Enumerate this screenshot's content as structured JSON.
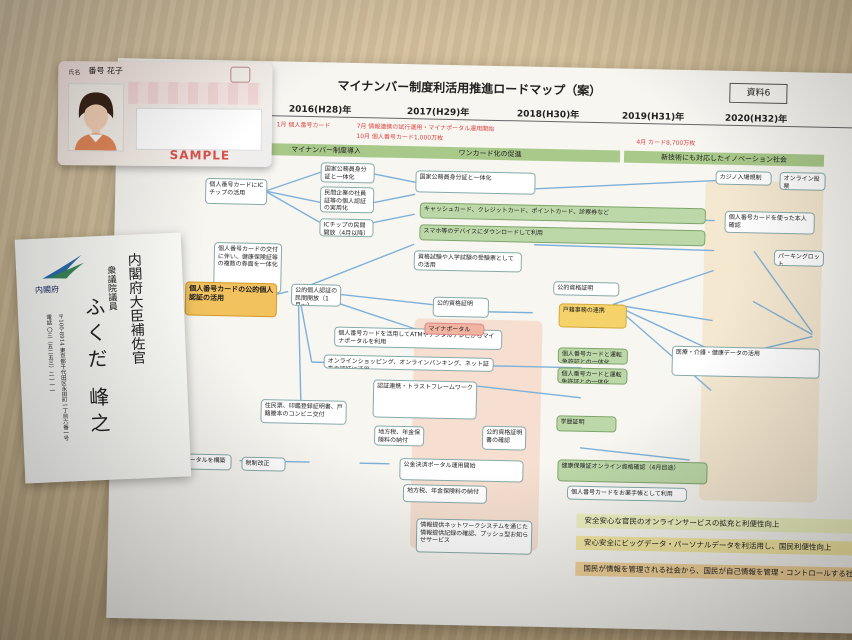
{
  "sheet": {
    "title": "マイナンバー制度利活用推進ロードマップ（案）",
    "doc_number": "資料6",
    "years": [
      "2016(H28)年",
      "2017(H29)年",
      "2018(H30)年",
      "2019(H31)年",
      "2020(H32)年"
    ],
    "phases": [
      "マイナンバー制度導入",
      "ワンカード化の促進",
      "新技術にも対応したイノベーション社会"
    ],
    "red_notes": [
      "1月 個人番号カード",
      "7月 情報連携の試行運用・マイナポータル運用開始",
      "10月 個人番号カード1,000万枚",
      "4月 カード8,700万枚"
    ],
    "boxes": {
      "b1": "個人番号カードにICチップの活用",
      "b2": "国家公務員身分証と一体化",
      "b3": "民間企業の社員証等の個人認証の実用化",
      "b4": "ICチップの民間開放（4月以降）",
      "b5": "個人番号カードの交付に伴い、健康保険証等の複数の券面を一体化",
      "b6": "キャッシュカード、クレジットカード、ポイントカード、診察券など",
      "b7": "スマホ等のデバイスにダウンロードして利用",
      "b8": "資格試験や入学試験の受験票としての活用",
      "b9": "個人番号カードの公的個人認証の活用",
      "b10": "公的個人認証の民間開放（1月〜）",
      "b11": "公的資格証明",
      "b12": "個人番号カードを活用してATMやデジタルテレビからマイナポータルを利用",
      "b13": "オンラインショッピング、オンラインバンキング、ネット証券の認証に活用",
      "b14": "住民票、印鑑登録証明書、戸籍謄本のコンビニ交付",
      "b15": "マイナポータルを構築",
      "b16": "税制改正",
      "b17": "マイナポータル",
      "b18": "認証連携・トラストフレームワーク",
      "b19": "公金決済ポータル運用開始",
      "b20": "地方税、年金保険料の納付",
      "b21": "情報提供ネットワークシステムを通じた情報提供記録の確認、プッシュ型お知らせサービス",
      "b22": "公的資格証明書の確認",
      "b23": "戸籍事務の連携",
      "b24": "個人番号カードと運転免許証との一体化",
      "b25": "学歴証明",
      "b26": "健康保険証オンライン資格確認（4月目途）",
      "b27": "個人番号カードをお薬手帳として利用",
      "b28": "カジノ入場規制",
      "b29": "オンライン投票",
      "b30": "個人番号カードを使った本人確認",
      "b31": "パーキングロット",
      "b32": "医療・介護・健康データの活用"
    },
    "bands": [
      "安全安心な官民のオンラインサービスの拡充と利便性向上",
      "安心安全にビッグデータ・パーソナルデータを利活用し、国民利便性向上",
      "国民が情報を管理される社会から、国民が自己情報を管理・コントロールする社会へ"
    ]
  },
  "id_card": {
    "name_label": "氏名",
    "name": "番号 花子",
    "sample_text": "SAMPLE"
  },
  "business_card": {
    "org": "内閣府",
    "position": "内閣府大臣補佐官",
    "title": "衆議院議員",
    "person": "ふくだ 峰之",
    "address": "〒100-8914 東京都千代田区永田町一丁目六番一号",
    "phone": "電話 〇三（五二五三）二一一一"
  },
  "colors": {
    "phase_green": "#a9c98a",
    "box_orange": "#f2c25e",
    "sample_red": "#d9534f",
    "cabinet_blue": "#1a2a66"
  },
  "icons": [
    "cabinet-office-logo-icon",
    "my-number-card-seal-icon"
  ]
}
